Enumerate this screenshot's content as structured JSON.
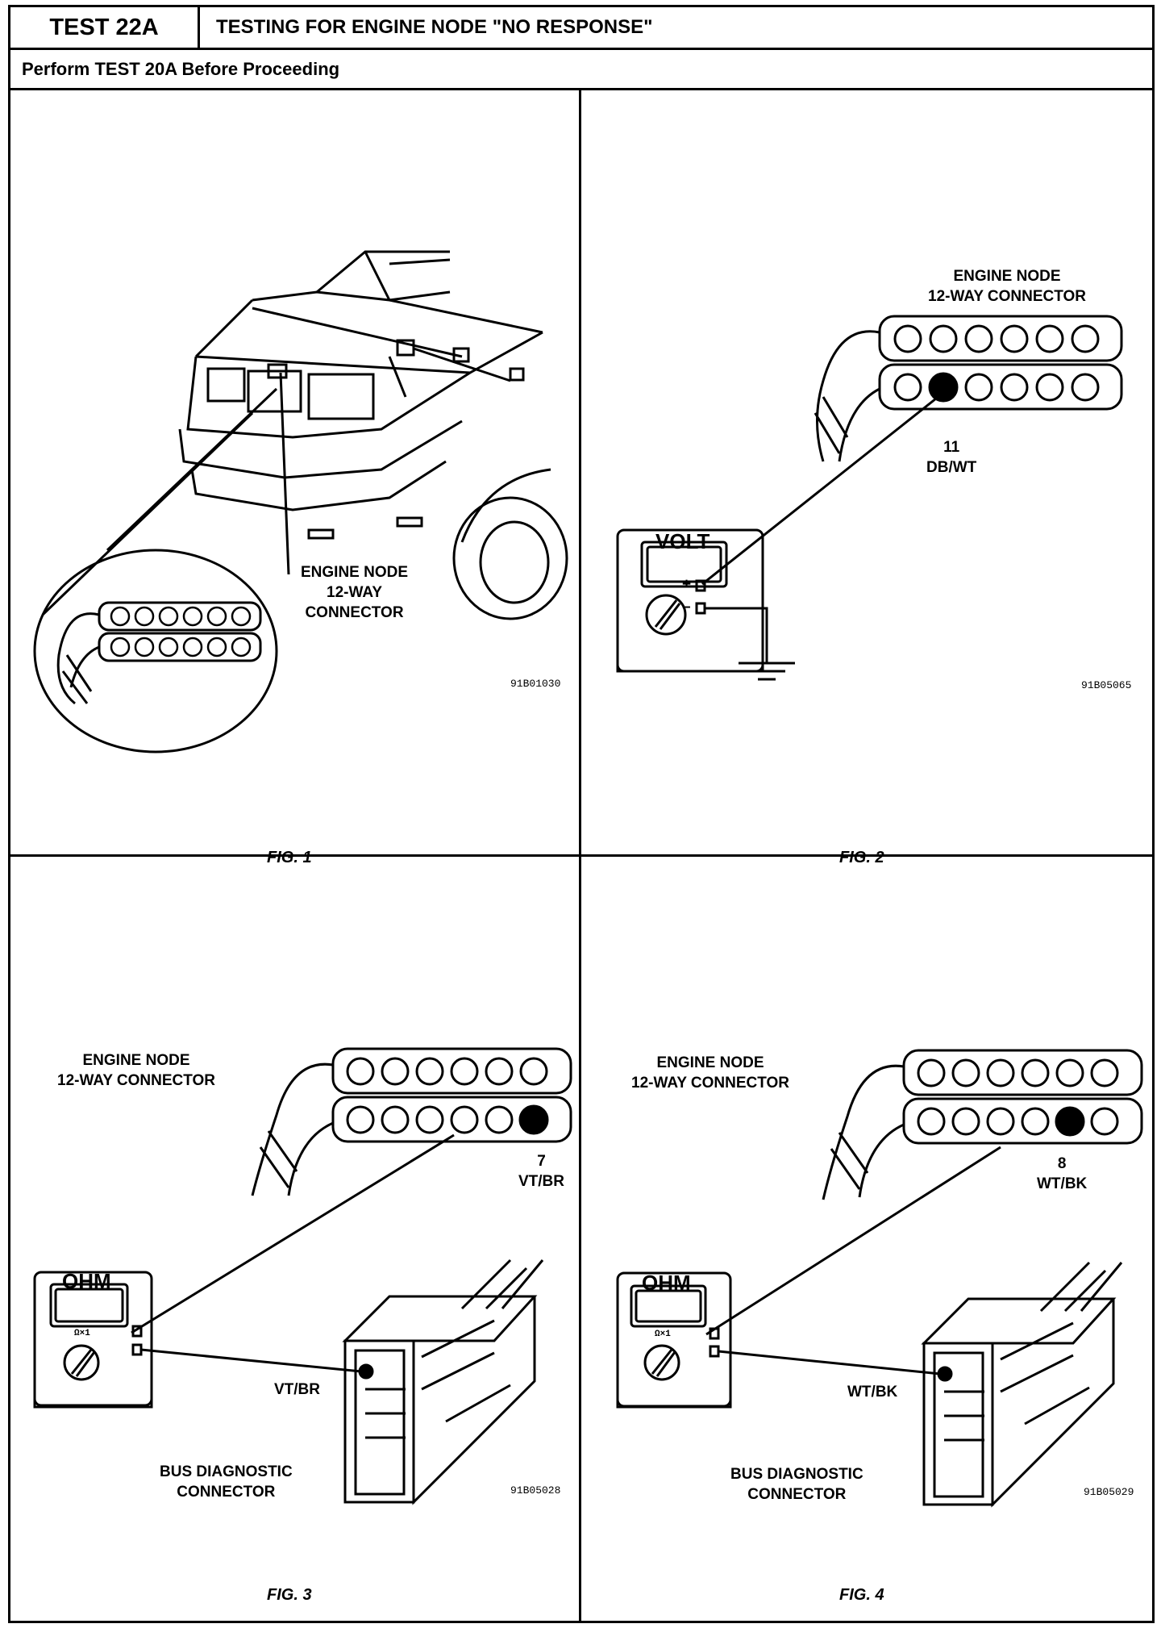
{
  "header": {
    "test_id": "TEST 22A",
    "title": "TESTING FOR ENGINE NODE \"NO RESPONSE\"",
    "subtitle": "Perform TEST 20A Before Proceeding"
  },
  "fig1": {
    "connector_label": [
      "ENGINE NODE",
      "12-WAY",
      "CONNECTOR"
    ],
    "image_code": "91B01030",
    "caption": "FIG. 1"
  },
  "fig2": {
    "connector_label": [
      "ENGINE NODE",
      "12-WAY CONNECTOR"
    ],
    "pin_number": "11",
    "wire_color": "DB/WT",
    "meter_display": "VOLT",
    "plus_symbol": "+",
    "minus_symbol": "–",
    "image_code": "91B05065",
    "caption": "FIG. 2"
  },
  "fig3": {
    "connector_label": [
      "ENGINE NODE",
      "12-WAY CONNECTOR"
    ],
    "pin_number": "7",
    "wire_color": "VT/BR",
    "meter_display": "OHM",
    "meter_range": "Ω×1",
    "bus_wire_color": "VT/BR",
    "bus_label": [
      "BUS DIAGNOSTIC",
      "CONNECTOR"
    ],
    "image_code": "91B05028",
    "caption": "FIG. 3"
  },
  "fig4": {
    "connector_label": [
      "ENGINE NODE",
      "12-WAY CONNECTOR"
    ],
    "pin_number": "8",
    "wire_color": "WT/BK",
    "meter_display": "OHM",
    "meter_range": "Ω×1",
    "bus_wire_color": "WT/BK",
    "bus_label": [
      "BUS DIAGNOSTIC",
      "CONNECTOR"
    ],
    "image_code": "91B05029",
    "caption": "FIG. 4"
  }
}
